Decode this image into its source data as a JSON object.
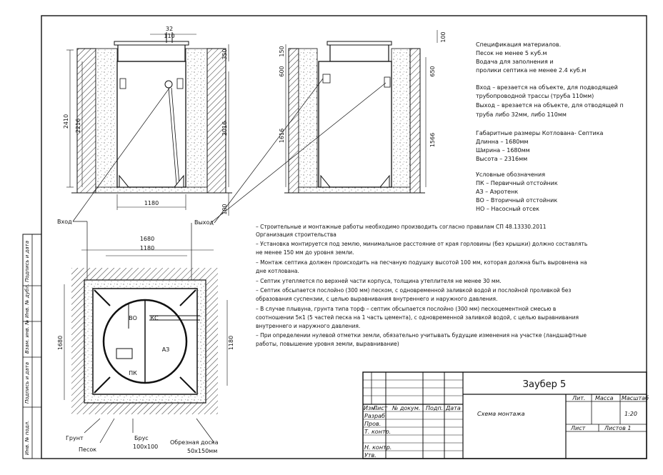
{
  "spec": [
    "Спецификация материалов.",
    "Песок не менее 5 куб.м",
    "Водача для заполнения и",
    "пролики септика не менее 2.4 куб.м",
    "",
    "Вход – врезается на объекте, для подводящей",
    "трубопроводной трассы (труба 110мм)",
    "Выход – врезается на объекте, для отводящей п",
    "труба либо 32мм, либо 110мм",
    "",
    "Габаритные размеры Котлована- Септика",
    "Длинна – 1680мм",
    "Ширина – 1680мм",
    "Высота – 2316мм",
    "",
    "Условные обозначения",
    "ПК – Первичный отстойник",
    "АЗ – Аэротенк",
    "ВО – Вторичный отстойник",
    "НО – Насосный отсек"
  ],
  "notes": [
    "–       Строительные и монтажные работы необходимо производить согласно правилам СП 48.13330.2011",
    "Организация строительства",
    "–       Установка монтируется под землю, минимальное расстояние от края горловины (без крышки) должно составлять",
    "не менее 150 мм до уровня земли.",
    "–       Монтаж септика должен происходить на песчаную подушку высотой 100 мм, которая должна быть выровнена на",
    "дне котлована.",
    "–       Септик утепляется по верхней части корпуса, толщина утеплителя не менее 30 мм.",
    "–       Септик обсыпается послойно (300 мм) песком, с одновременной заливкой водой и послойной проливкой без",
    "образования суспензии, с целью выравнивания внутреннего и наружного давления.",
    "–       В случае плывуна, грунта типа торф – септик обсыпается послойно (300 мм) пескоцементной смесью в",
    "соотношении 5к1 (5 частей песка на 1 часть цемента), с одновременной заливкой водой, с целью выравнивания",
    "внутреннего и наружного давления.",
    "–       При определении нулевой отметки земли, обязательно учитывать будущие изменения на участке (ландшафтные",
    "работы, повышение уровня земли, выравнивание)"
  ],
  "dims": {
    "d32": "32",
    "d110": "110",
    "d350": "350",
    "d2410": "2410",
    "d2216": "2216",
    "d2016": "2016",
    "d1180": "1180",
    "d100": "100",
    "r150": "150",
    "r600": "600",
    "r1616": "1616",
    "r100": "100",
    "r650": "650",
    "r1566": "1566",
    "p1680": "1680",
    "p1180": "1180",
    "pl1680": "1680",
    "pr1180": "1180"
  },
  "labels": {
    "inlet": "Вход",
    "outlet": "Выход",
    "vo": "ВО",
    "ks": "КС",
    "a3": "АЗ",
    "pk": "ПК",
    "soil": "Грунт",
    "sand": "Песок",
    "beam": "Брус",
    "beam_size": "100х100",
    "board": "Обрезная доска",
    "board_size": "50х150мм"
  },
  "title_block": {
    "product": "Заубер 5",
    "drawing": "Схема монтажа",
    "h_izm": "Изм.",
    "h_list": "Лист",
    "h_doc": "№ докум.",
    "h_sign": "Подп.",
    "h_date": "Дата",
    "razrab": "Разраб.",
    "prov": "Пров.",
    "tkontr": "Т. контр.",
    "nkontr": "Н. контр.",
    "utv": "Утв.",
    "lit": "Лит.",
    "mass": "Масса",
    "scale_h": "Масштаб",
    "scale": "1:20",
    "sheet": "Лист",
    "sheets": "Листов 1"
  },
  "side_stamps": [
    "Подпись и дата",
    "Инв. № дубл.",
    "Взам. инв. №",
    "Подпись и дата",
    "Инв. № подл."
  ]
}
